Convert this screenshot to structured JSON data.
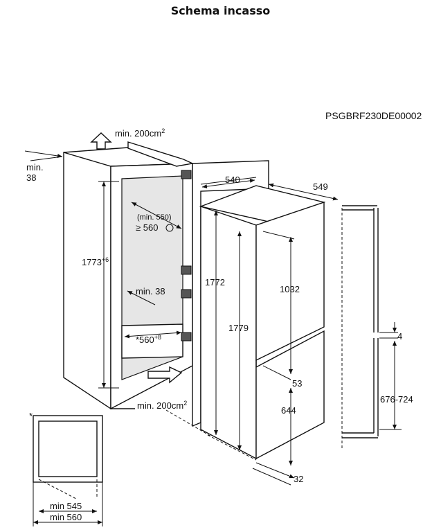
{
  "title": "Schema incasso",
  "model_code": "PSGBRF230DE00002",
  "labels": {
    "air_top": "min. 200cm",
    "air_bottom": "min. 200cm",
    "sup2": "2",
    "min38_top_a": "min.",
    "min38_top_b": "38",
    "niche_height": "1773",
    "niche_height_tol": "+6",
    "niche_depth_min": "(min. 550)",
    "niche_depth": "≥ 560",
    "min38_side": "min. 38",
    "niche_width": "*560",
    "niche_width_tol": "+8",
    "width_540": "540",
    "depth_549": "549",
    "height_1772": "1772",
    "height_1779": "1779",
    "upper_door": "1032",
    "gap_53": "53",
    "lower_door": "644",
    "bottom_32": "32",
    "gap_4": "4",
    "range_676_724": "676-724",
    "star": "*",
    "min545": "min 545",
    "min560": "min 560"
  }
}
